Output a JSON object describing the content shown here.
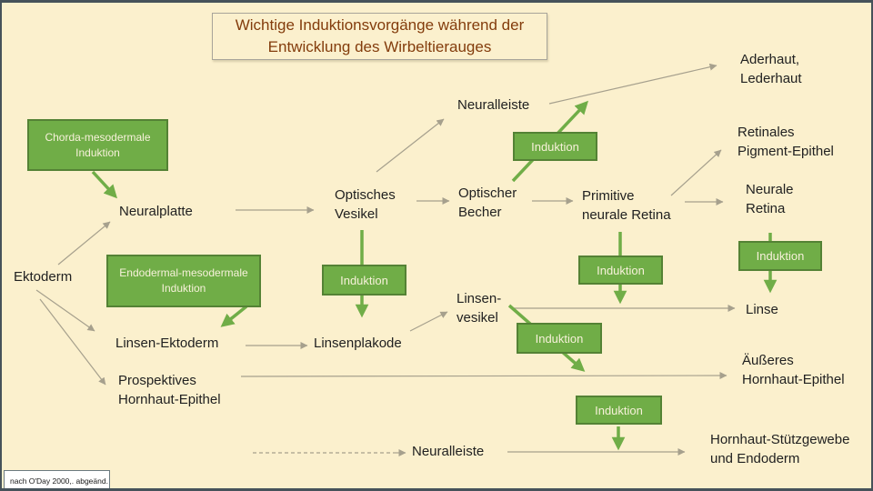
{
  "title": "Wichtige Induktionsvorgänge während der\nEntwicklung des Wirbeltierauges",
  "citation": "nach O'Day 2000,. abgeänd.",
  "colors": {
    "background": "#FBF0CD",
    "induction_green": "#70AD47",
    "induction_border": "#548235",
    "plain_arrow": "#A6A08D",
    "title_text": "#833C0C",
    "frame": "#46525A"
  },
  "nodes": {
    "ektoderm": "Ektoderm",
    "neuralplatte": "Neuralplatte",
    "optisches_vesikel": "Optisches\nVesikel",
    "optischer_becher": "Optischer\nBecher",
    "neuralleiste_oben": "Neuralleiste",
    "primitive_neurale_retina": "Primitive\nneurale Retina",
    "aderhaut_lederhaut": "Aderhaut,\nLederhaut",
    "retinales_pigment_epithel": "Retinales\nPigment-Epithel",
    "neurale_retina": "Neurale\nRetina",
    "linse": "Linse",
    "linsen_vesikel": "Linsen-\nvesikel",
    "linsenplakode": "Linsenplakode",
    "linsen_ektoderm": "Linsen-Ektoderm",
    "prospektives_hornhaut_epithel": "Prospektives\nHornhaut-Epithel",
    "aeusseres_hornhaut_epithel": "Äußeres\nHornhaut-Epithel",
    "neuralleiste_unten": "Neuralleiste",
    "hornhaut_stuetzgewebe": "Hornhaut-Stützgewebe\nund Endoderm"
  },
  "induction_boxes": {
    "chorda": "Chorda-mesodermale\nInduktion",
    "endodermal": "Endodermal-mesodermale\nInduktion",
    "becher_zu_neuralleiste": "Induktion",
    "vesikel_zu_linsenplakode": "Induktion",
    "linsenvesikel_zu_hornhaut": "Induktion",
    "retina_zu_linse": "Induktion",
    "neurale_retina_zu_linse": "Induktion",
    "neuralleiste_zu_stuetzgewebe": "Induktion"
  },
  "edges": [
    {
      "from": "Ektoderm",
      "to": "Neuralplatte",
      "type": "plain"
    },
    {
      "from": "Ektoderm",
      "to": "Linsen-Ektoderm",
      "type": "plain"
    },
    {
      "from": "Ektoderm",
      "to": "Prospektives Hornhaut-Epithel",
      "type": "plain"
    },
    {
      "from": "Chorda-mesodermale Induktion",
      "to": "Neuralplatte",
      "type": "induction"
    },
    {
      "from": "Endodermal-mesodermale Induktion",
      "to": "Linsen-Ektoderm",
      "type": "induction"
    },
    {
      "from": "Neuralplatte",
      "to": "Optisches Vesikel",
      "type": "plain"
    },
    {
      "from": "Optisches Vesikel",
      "to": "Neuralleiste",
      "type": "plain"
    },
    {
      "from": "Optisches Vesikel",
      "to": "Optischer Becher",
      "type": "plain"
    },
    {
      "from": "Optisches Vesikel",
      "to": "Linsenplakode",
      "type": "induction"
    },
    {
      "from": "Optischer Becher",
      "to": "Neuralleiste",
      "type": "induction"
    },
    {
      "from": "Optischer Becher",
      "to": "Primitive neurale Retina",
      "type": "plain"
    },
    {
      "from": "Neuralleiste",
      "to": "Aderhaut, Lederhaut",
      "type": "plain"
    },
    {
      "from": "Primitive neurale Retina",
      "to": "Retinales Pigment-Epithel",
      "type": "plain"
    },
    {
      "from": "Primitive neurale Retina",
      "to": "Neurale Retina",
      "type": "plain"
    },
    {
      "from": "Primitive neurale Retina",
      "to": "Linse",
      "type": "induction"
    },
    {
      "from": "Neurale Retina",
      "to": "Linse",
      "type": "induction"
    },
    {
      "from": "Linsen-Ektoderm",
      "to": "Linsenplakode",
      "type": "plain"
    },
    {
      "from": "Linsenplakode",
      "to": "Linsen-vesikel",
      "type": "plain"
    },
    {
      "from": "Linsen-vesikel",
      "to": "Linse",
      "type": "plain"
    },
    {
      "from": "Linsen-vesikel",
      "to": "Äußeres Hornhaut-Epithel",
      "type": "induction"
    },
    {
      "from": "Prospektives Hornhaut-Epithel",
      "to": "Äußeres Hornhaut-Epithel",
      "type": "plain"
    },
    {
      "from": "Prospektives Hornhaut-Epithel",
      "to": "Neuralleiste (unten)",
      "type": "dashed"
    },
    {
      "from": "Induktion",
      "to": "Hornhaut-Stützgewebe und Endoderm",
      "type": "induction"
    },
    {
      "from": "Neuralleiste (unten)",
      "to": "Hornhaut-Stützgewebe und Endoderm",
      "type": "plain"
    }
  ]
}
